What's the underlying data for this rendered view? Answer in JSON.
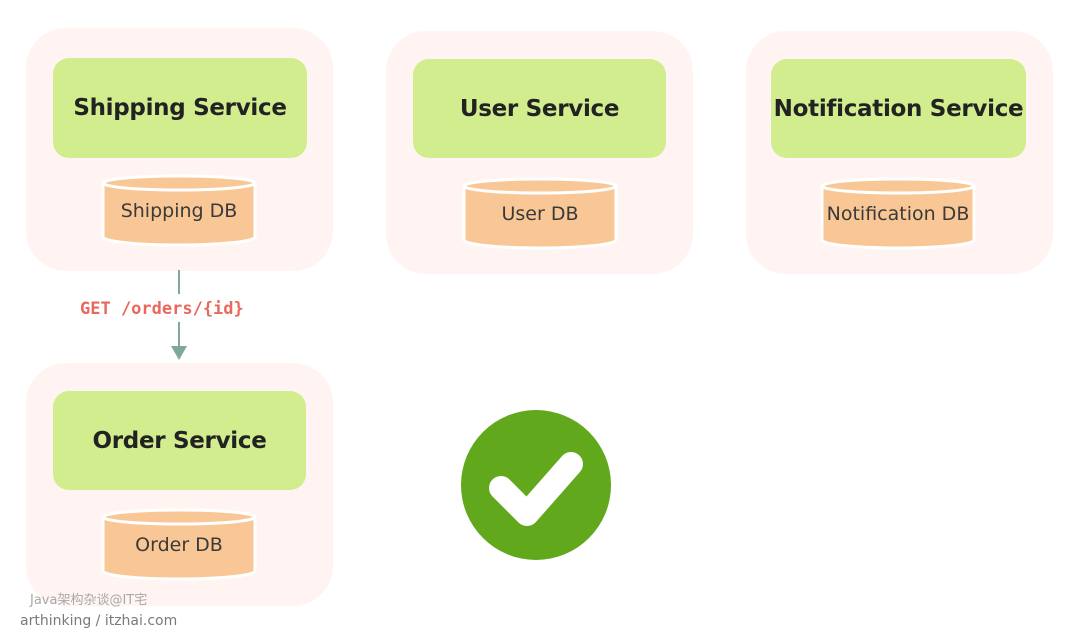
{
  "services": [
    {
      "id": "shipping",
      "name": "Shipping Service",
      "db": "Shipping DB"
    },
    {
      "id": "user",
      "name": "User Service",
      "db": "User DB"
    },
    {
      "id": "notification",
      "name": "Notification Service",
      "db": "Notification DB"
    },
    {
      "id": "order",
      "name": "Order Service",
      "db": "Order DB"
    }
  ],
  "request": {
    "label": "GET /orders/{id}",
    "from": "Shipping Service",
    "to": "Order Service"
  },
  "status": {
    "icon": "check-icon",
    "color": "#61a81c"
  },
  "watermark": {
    "line1": "Java架构杂谈@IT宅",
    "line2": "arthinking / itzhai.com"
  },
  "colors": {
    "card_bg": "#fff4f1",
    "service_bg": "#d1ed8e",
    "db_fill": "#f9c795",
    "arrow": "#7fa897",
    "request_text": "#e8695c"
  }
}
